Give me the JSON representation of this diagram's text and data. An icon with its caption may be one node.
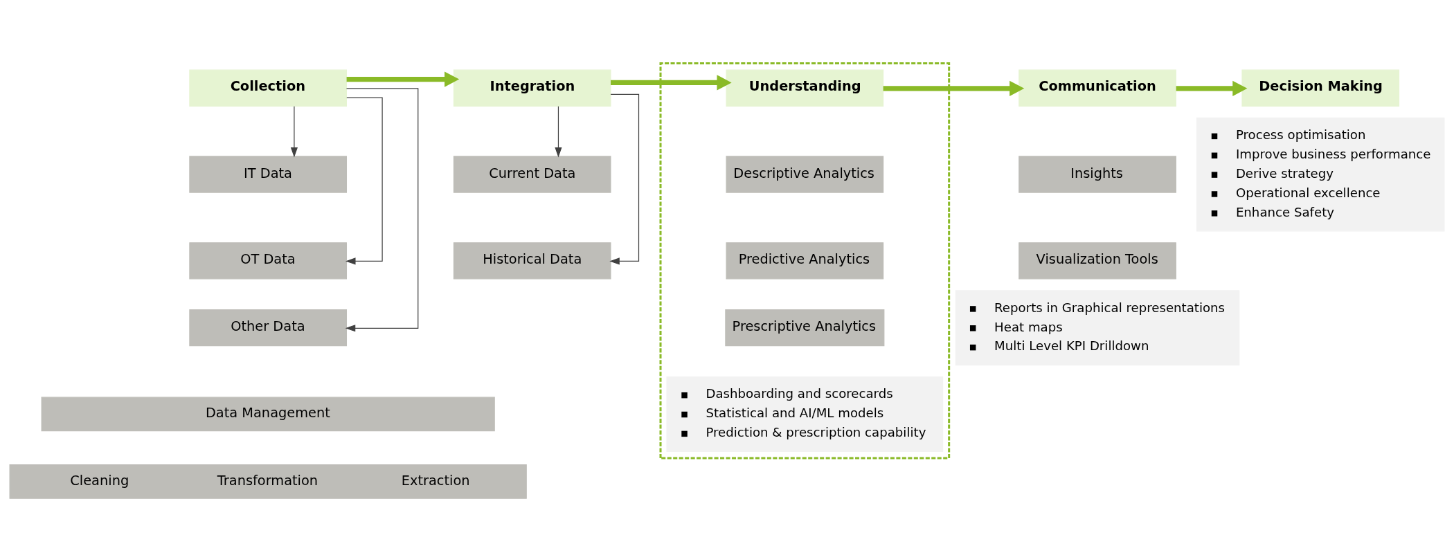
{
  "diagram": {
    "nodes": [
      {
        "text": [
          "Collection"
        ]
      },
      {
        "text": [
          "IT Data"
        ]
      },
      {
        "text": [
          "OT Data"
        ]
      },
      {
        "text": [
          "Other Data"
        ]
      },
      {
        "text": [
          "Integration"
        ]
      },
      {
        "text": [
          "Current Data"
        ]
      },
      {
        "text": [
          "Historical Data"
        ]
      },
      {
        "text": [
          "Data Management"
        ]
      },
      {
        "text": [
          "Cleaning",
          "Transformation",
          "Extraction"
        ]
      },
      {
        "text": [],
        "shape": "box"
      },
      {
        "text": [
          "Understanding"
        ],
        "in": 9
      },
      {
        "text": [
          "Descriptive Analytics"
        ],
        "in": 9
      },
      {
        "text": [
          "Predictive Analytics"
        ],
        "in": 9
      },
      {
        "text": [
          "Prescriptive Analytics"
        ],
        "in": 9
      },
      {
        "text": [
          "Dashboarding and scorecards",
          "Statistical and AI/ML models",
          "Prediction & prescription capability"
        ],
        "in": 9
      },
      {
        "text": [
          "Communication"
        ]
      },
      {
        "text": [
          "Insights"
        ]
      },
      {
        "text": [
          "Visualization Tools"
        ]
      },
      {
        "text": [
          "Reports in Graphical representations",
          "Heat maps",
          "Multi Level KPI Drilldown"
        ]
      },
      {
        "text": [
          "Decision Making"
        ]
      },
      {
        "text": [
          "Process optimisation",
          "Improve business performance",
          "Derive strategy",
          "Operational excellence",
          "Enhance Safety"
        ]
      }
    ],
    "edges": [
      {
        "from": 0,
        "to": 1,
        "arrow": "to"
      },
      {
        "from": 0,
        "to": 2,
        "arrow": "to"
      },
      {
        "from": 0,
        "to": 3,
        "arrow": "to"
      },
      {
        "from": 4,
        "to": 5,
        "arrow": "to"
      },
      {
        "from": 4,
        "to": 6,
        "arrow": "to"
      },
      {
        "from": 0,
        "to": 4,
        "arrow": "to",
        "style": "thick",
        "color": "#8aba27"
      },
      {
        "from": 4,
        "to": 10,
        "arrow": "to",
        "style": "thick",
        "color": "#8aba27"
      },
      {
        "from": 10,
        "to": 15,
        "arrow": "to",
        "style": "thick",
        "color": "#8aba27"
      },
      {
        "from": 15,
        "to": 19,
        "arrow": "to",
        "style": "thick",
        "color": "#8aba27"
      }
    ]
  }
}
